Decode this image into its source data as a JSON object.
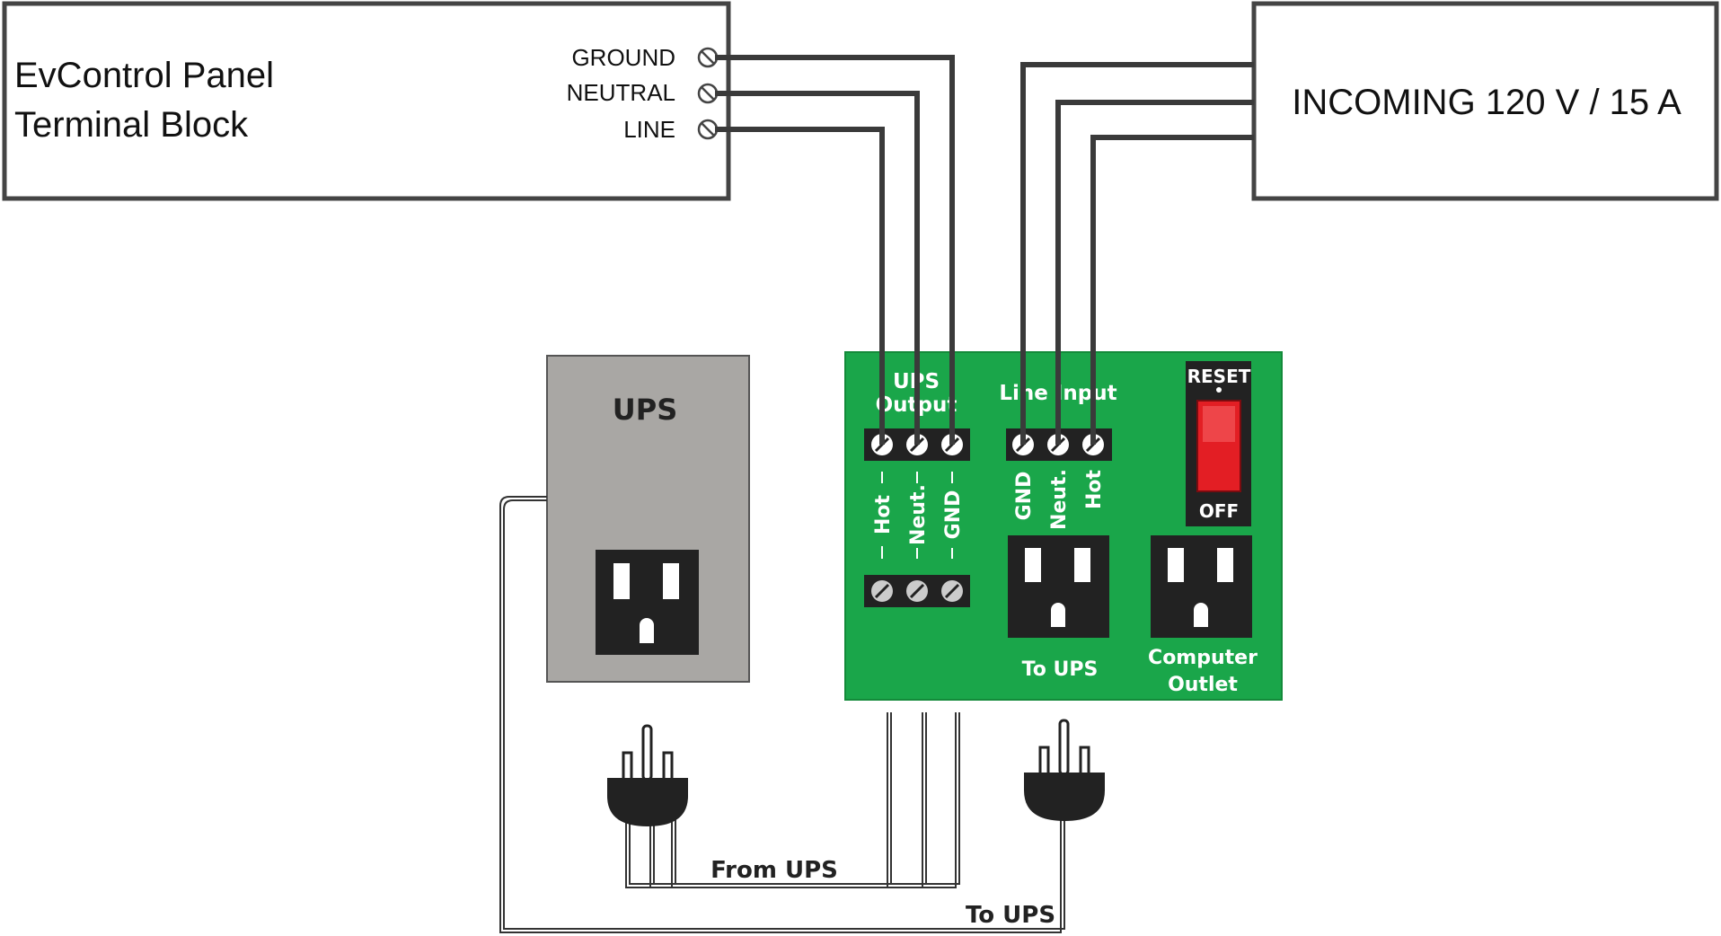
{
  "panel": {
    "title_line1": "EvControl Panel",
    "title_line2": "Terminal Block",
    "terminals": [
      "GROUND",
      "NEUTRAL",
      "LINE"
    ]
  },
  "incoming": {
    "label": "INCOMING 120 V / 15 A"
  },
  "ups": {
    "label": "UPS"
  },
  "board": {
    "ups_output_line1": "UPS",
    "ups_output_line2": "Output",
    "line_input_label": "Line Input",
    "ups_output_terminals": [
      "Hot",
      "Neut.",
      "GND"
    ],
    "line_input_terminals": [
      "GND",
      "Neut.",
      "Hot"
    ],
    "reset_label": "RESET",
    "off_label": "OFF",
    "to_ups_outlet_label": "To UPS",
    "computer_outlet_line1": "Computer",
    "computer_outlet_line2": "Outlet"
  },
  "cables": {
    "from_ups_label": "From UPS",
    "to_ups_label": "To UPS"
  },
  "colors": {
    "board_green": "#1aa64a",
    "ups_gray": "#a9a7a4",
    "outlet_black": "#222222",
    "switch_red": "#e31e24",
    "wire_dark": "#3a3a3a"
  }
}
